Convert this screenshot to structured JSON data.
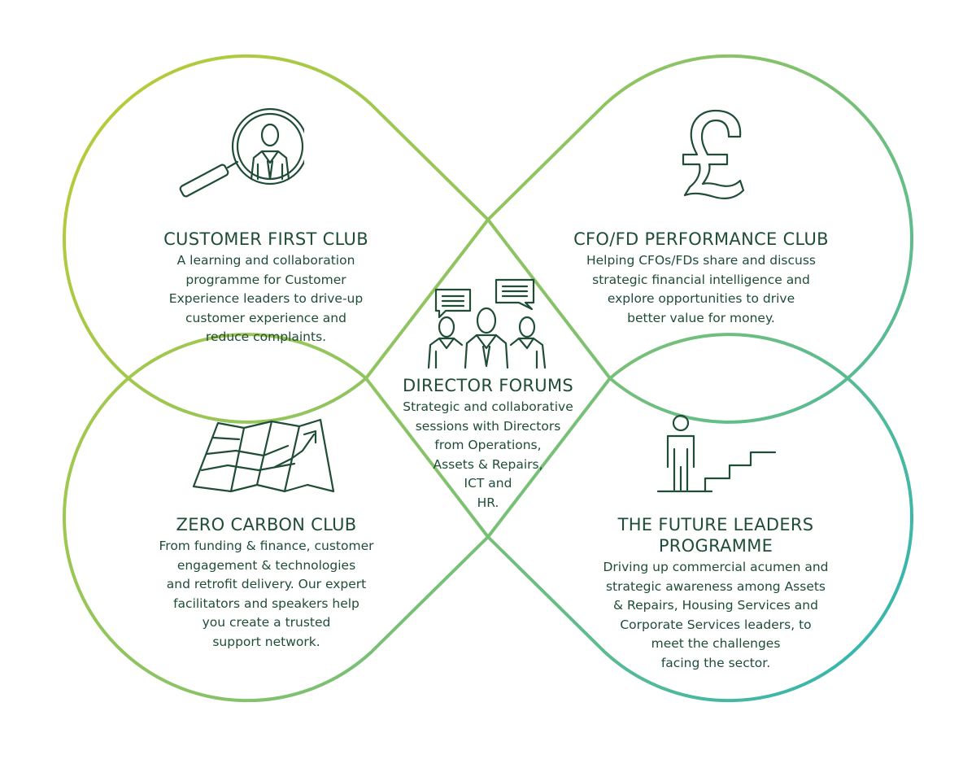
{
  "colors": {
    "text": "#1f4d36",
    "gradient_start": "#b5cc3a",
    "gradient_mid": "#86c26a",
    "gradient_end": "#33b5b3"
  },
  "sections": {
    "customer_first": {
      "icon": "magnifier-person-icon",
      "title": "CUSTOMER FIRST CLUB",
      "description": "A learning and collaboration\nprogramme for Customer\nExperience leaders to drive-up\ncustomer experience and\nreduce complaints."
    },
    "cfo_fd": {
      "icon": "pound-sign-icon",
      "title": "CFO/FD PERFORMANCE CLUB",
      "description": "Helping CFOs/FDs share and discuss\nstrategic financial intelligence and\nexplore opportunities to drive\nbetter value for money."
    },
    "director_forums": {
      "icon": "group-discussion-icon",
      "title": "DIRECTOR FORUMS",
      "description": "Strategic and collaborative\nsessions with Directors\nfrom Operations,\nAssets & Repairs,\nICT and\nHR."
    },
    "zero_carbon": {
      "icon": "map-arrow-icon",
      "title": "ZERO CARBON CLUB",
      "description": "From funding & finance, customer\nengagement & technologies\nand retrofit delivery. Our expert\nfacilitators and speakers help\nyou create a trusted\nsupport network."
    },
    "future_leaders": {
      "icon": "person-stairs-icon",
      "title": "THE FUTURE LEADERS\nPROGRAMME",
      "description": "Driving up commercial acumen and\nstrategic awareness among Assets\n& Repairs, Housing Services and\nCorporate Services leaders, to\nmeet the challenges\nfacing the sector."
    }
  }
}
